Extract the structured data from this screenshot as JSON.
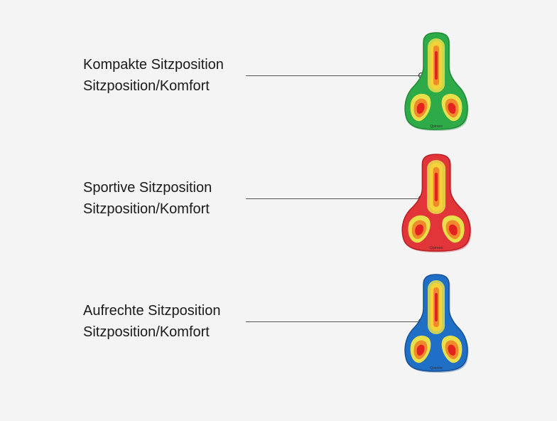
{
  "rows": [
    {
      "title": "Kompakte Sitzposition",
      "subtitle": "Sitzposition/Komfort",
      "base_color": "#2faa48",
      "edge_color": "#1f8a36"
    },
    {
      "title": "Sportive Sitzposition",
      "subtitle": "Sitzposition/Komfort",
      "base_color": "#e2353a",
      "edge_color": "#b81f26"
    },
    {
      "title": "Aufrechte Sitzposition",
      "subtitle": "Sitzposition/Komfort",
      "base_color": "#1f6fc6",
      "edge_color": "#154f96"
    }
  ],
  "brand_mark": "Qpimeo"
}
